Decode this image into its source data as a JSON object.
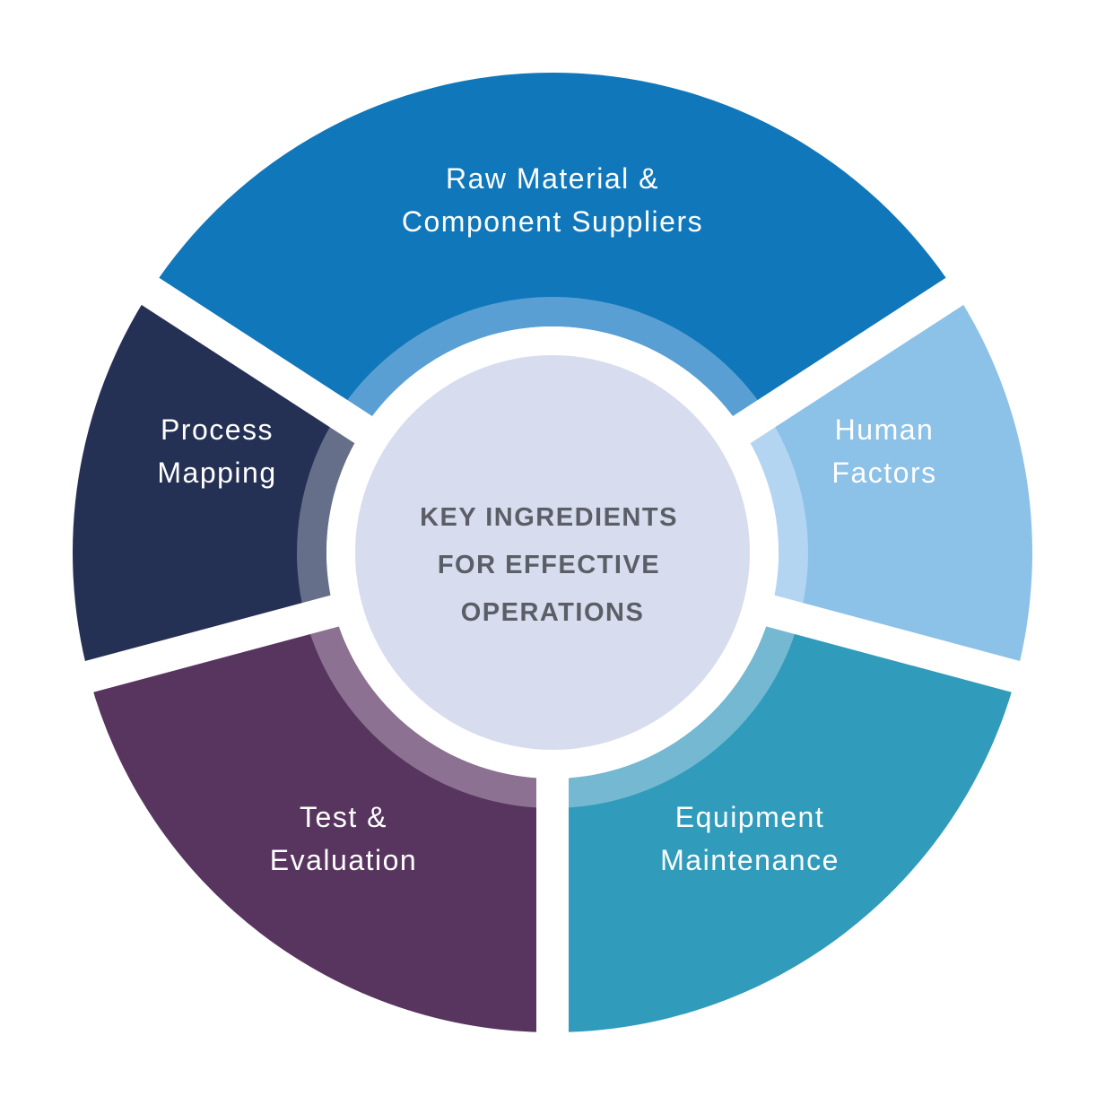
{
  "center": {
    "lines": [
      "KEY INGREDIENTS",
      "FOR EFFECTIVE",
      "OPERATIONS"
    ],
    "fill_color": "#d7dcee",
    "text_color": "#5b5e66"
  },
  "segments": [
    {
      "id": "raw-material",
      "lines": [
        "Raw Material &",
        "Component Suppliers"
      ],
      "color": "#1077ba",
      "ring_color": "#5a9fd4"
    },
    {
      "id": "human-factors",
      "lines": [
        "Human",
        "Factors"
      ],
      "color": "#8cc1e8",
      "ring_color": "#b3d5f2"
    },
    {
      "id": "equipment-maintenance",
      "lines": [
        "Equipment",
        "Maintenance"
      ],
      "color": "#319bbc",
      "ring_color": "#74b8d1"
    },
    {
      "id": "test-evaluation",
      "lines": [
        "Test &",
        "Evaluation"
      ],
      "color": "#58355f",
      "ring_color": "#8c7192"
    },
    {
      "id": "process-mapping",
      "lines": [
        "Process",
        "Mapping"
      ],
      "color": "#253055",
      "ring_color": "#666f89"
    }
  ]
}
